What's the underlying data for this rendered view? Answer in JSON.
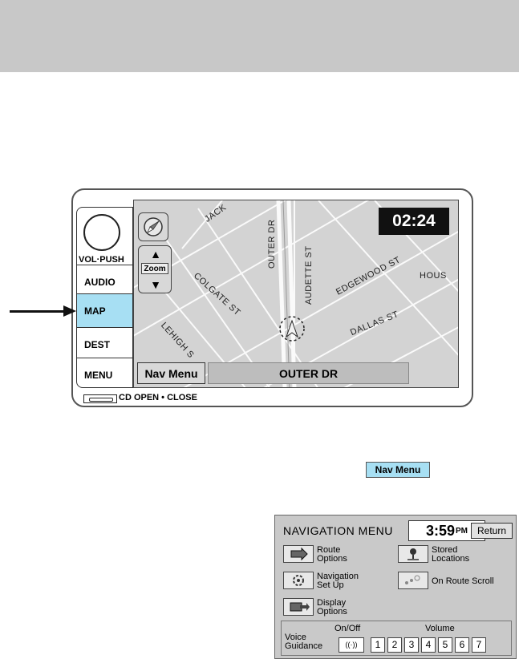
{
  "head_unit": {
    "volume_label": "VOL·PUSH",
    "buttons": [
      "AUDIO",
      "MAP",
      "DEST",
      "MENU"
    ],
    "active_button": "MAP",
    "cd_label": "CD OPEN • CLOSE"
  },
  "map": {
    "clock": "02:24",
    "zoom_label": "Zoom",
    "nav_menu_label": "Nav Menu",
    "current_street": "OUTER DR",
    "streets": [
      "OUTER DR",
      "AUDETTE ST",
      "EDGEWOOD ST",
      "HOUS",
      "COLGATE ST",
      "DALLAS ST",
      "LEHIGH S",
      "JACK"
    ]
  },
  "inline_button": {
    "label": "Nav Menu"
  },
  "navigation_menu": {
    "title": "NAVIGATION MENU",
    "time": "3:59",
    "time_suffix": "PM",
    "return_label": "Return",
    "items": [
      {
        "line1": "Route",
        "line2": "Options"
      },
      {
        "line1": "Stored",
        "line2": "Locations"
      },
      {
        "line1": "Navigation",
        "line2": "Set Up"
      },
      {
        "line1": "On Route Scroll",
        "line2": ""
      },
      {
        "line1": "Display",
        "line2": "Options"
      }
    ],
    "voice": {
      "label_line1": "Voice",
      "label_line2": "Guidance",
      "onoff_header": "On/Off",
      "volume_header": "Volume",
      "toggle_symbol": "((·))",
      "levels": [
        "1",
        "2",
        "3",
        "4",
        "5",
        "6",
        "7"
      ]
    }
  }
}
